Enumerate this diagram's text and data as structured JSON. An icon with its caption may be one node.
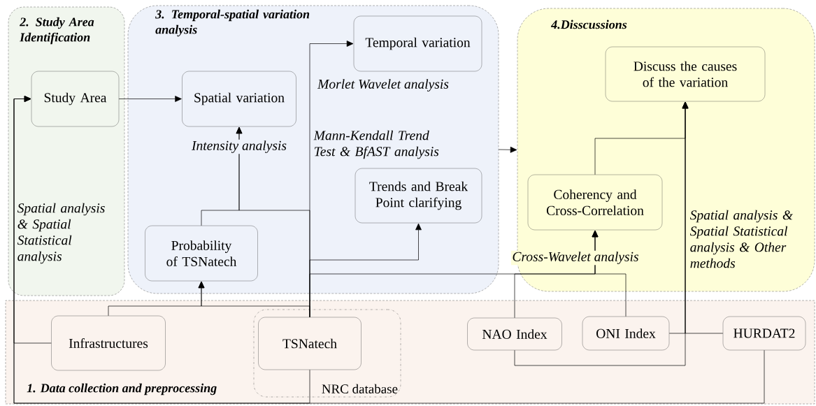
{
  "diagram": {
    "nodes": [
      {
        "text": [
          "1. Data collection and preprocessing"
        ]
      },
      {
        "text": [
          "2. Study Area Identification"
        ]
      },
      {
        "text": [
          "3. Temporal-spatial variation analysis"
        ]
      },
      {
        "text": [
          "4.Disscussions"
        ]
      },
      {
        "text": [
          "Study Area"
        ],
        "in": 1
      },
      {
        "text": [
          "Spatial variation"
        ],
        "in": 2
      },
      {
        "text": [
          "Temporal variation"
        ],
        "in": 2
      },
      {
        "text": [
          "Trends and Break Point clarifying"
        ],
        "in": 2
      },
      {
        "text": [
          "Probability of TSNatech"
        ],
        "in": 2
      },
      {
        "text": [
          "Discuss the causes of the variation"
        ],
        "in": 3
      },
      {
        "text": [
          "Coherency and Cross-Correlation"
        ],
        "in": 3
      },
      {
        "text": [
          "NRC database"
        ],
        "in": 0
      },
      {
        "text": [
          "Infrastructures"
        ],
        "in": 0
      },
      {
        "text": [
          "TSNatech"
        ],
        "in": 11
      },
      {
        "text": [
          "NAO Index"
        ],
        "in": 0
      },
      {
        "text": [
          "ONI Index"
        ],
        "in": 0
      },
      {
        "text": [
          "HURDAT2"
        ],
        "in": 0
      }
    ],
    "edges": [
      {
        "from": 4,
        "to": 5,
        "arrow": "to"
      },
      {
        "from": 2,
        "to": 3,
        "arrow": "to"
      },
      {
        "from": 12,
        "to": 4,
        "arrow": "to",
        "label": "Spatial analysis & Spatial Statistical analysis"
      },
      {
        "from": 13,
        "to": 4,
        "arrow": "to"
      },
      {
        "from": 16,
        "to": 4,
        "arrow": "to"
      },
      {
        "from": 12,
        "to": 8,
        "arrow": "to"
      },
      {
        "from": 13,
        "to": 8,
        "arrow": "to"
      },
      {
        "from": 8,
        "to": 5,
        "arrow": "to",
        "label": "Intensity analysis"
      },
      {
        "from": 13,
        "to": 5,
        "arrow": "to"
      },
      {
        "from": 13,
        "to": 6,
        "arrow": "to",
        "label": "Morlet Wavelet analysis"
      },
      {
        "from": 13,
        "to": 7,
        "arrow": "to"
      },
      {
        "from": 14,
        "to": 10,
        "arrow": "to",
        "label": "Cross-Wavelet analysis"
      },
      {
        "from": 15,
        "to": 10,
        "arrow": "to"
      },
      {
        "from": 13,
        "to": 10,
        "arrow": "to"
      },
      {
        "from": 10,
        "to": 9,
        "arrow": "to"
      },
      {
        "from": 15,
        "to": 9,
        "arrow": "to"
      },
      {
        "from": 16,
        "to": 9,
        "arrow": "to",
        "label": "Spatial analysis & Spatial Statistical analysis & Other methods"
      },
      {
        "from": 14,
        "to": 9,
        "arrow": "to"
      }
    ],
    "labels": [
      "Mann-Kendall Trend Test & BfAST analysis"
    ]
  }
}
